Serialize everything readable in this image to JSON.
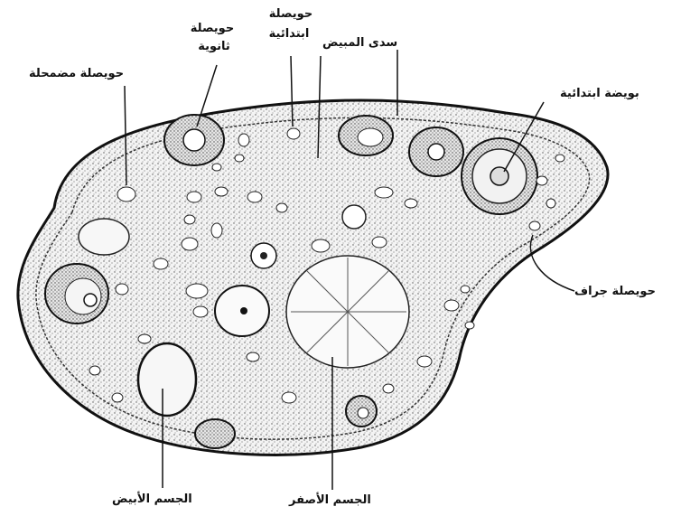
{
  "diagram": {
    "labels": {
      "atretic_follicle": "حويصلة مضمحلة",
      "secondary_follicle_l1": "حويصلة",
      "secondary_follicle_l2": "ثانوية",
      "primary_follicle_l1": "حويصلة",
      "primary_follicle_l2": "ابتدائية",
      "ovary_stroma": "سدى المبيض",
      "primary_oocyte": "بويضة ابتدائية",
      "graafian_follicle": "حويصلة جراف",
      "corpus_albicans": "الجسم الأبيض",
      "corpus_luteum": "الجسم الأصفر"
    }
  }
}
